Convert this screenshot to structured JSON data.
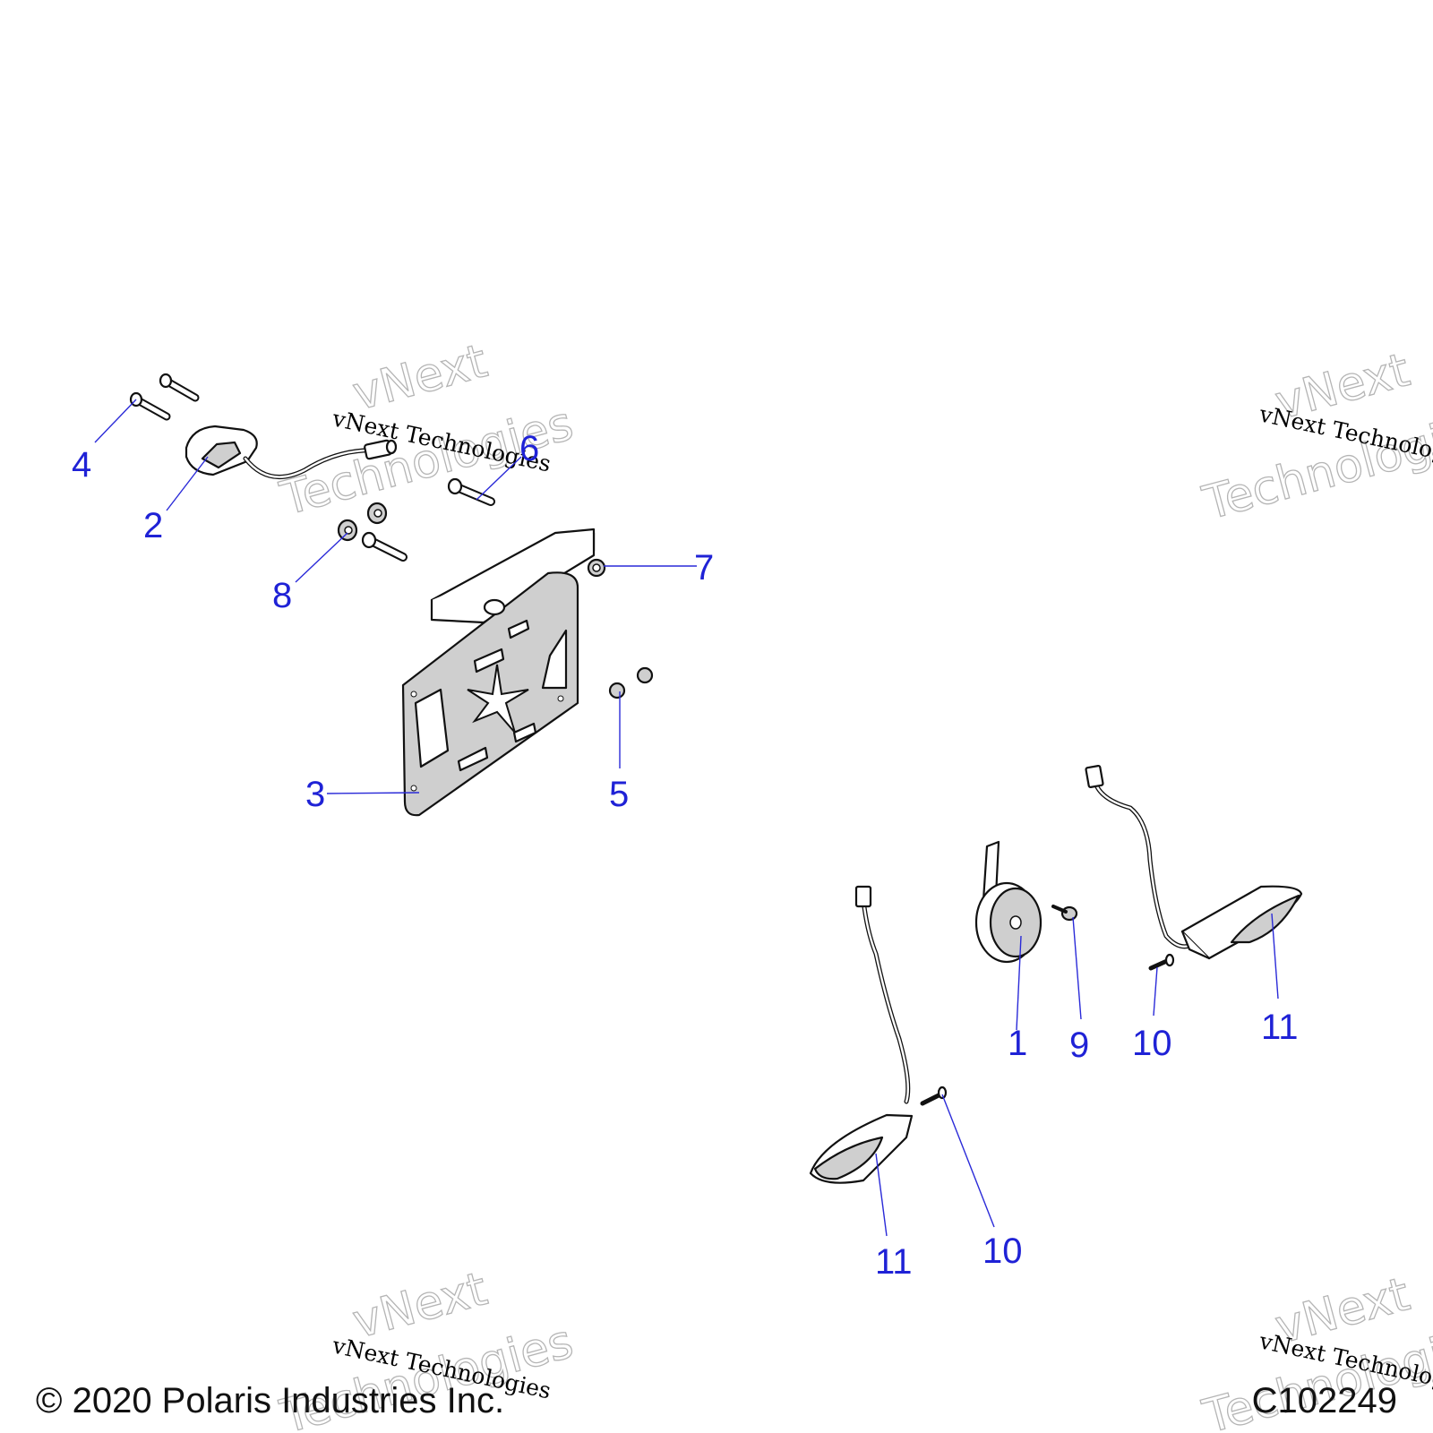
{
  "watermark": {
    "big_line1": "vNext",
    "big_line2": "Technologies",
    "small": "vNext Technologies"
  },
  "callouts": {
    "c1": "1",
    "c2": "2",
    "c3": "3",
    "c4": "4",
    "c5": "5",
    "c6": "6",
    "c7": "7",
    "c8": "8",
    "c9": "9",
    "c10a": "10",
    "c10b": "10",
    "c11a": "11",
    "c11b": "11"
  },
  "footer": {
    "copyright": "© 2020 Polaris Industries Inc.",
    "drawing_id": "C102249"
  }
}
